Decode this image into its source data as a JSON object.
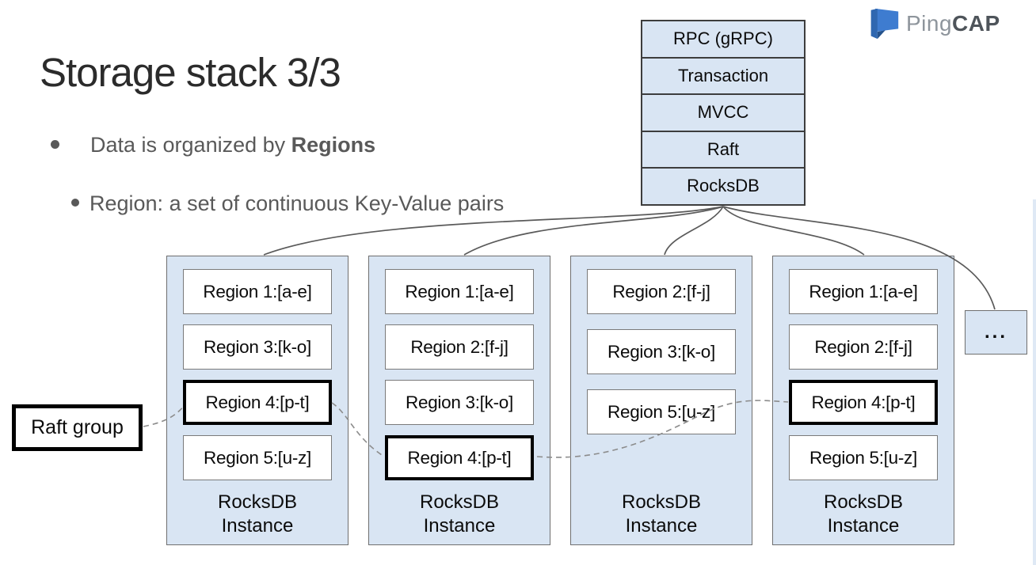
{
  "title": "Storage stack 3/3",
  "bullets": [
    {
      "text": "Data is organized by ",
      "bold": "Regions"
    },
    {
      "text": "Region: a set of continuous Key-Value pairs",
      "bold": ""
    }
  ],
  "logo": {
    "ping": "Ping",
    "cap": "CAP"
  },
  "stack": {
    "layers": [
      "RPC (gRPC)",
      "Transaction",
      "MVCC",
      "Raft",
      "RocksDB"
    ]
  },
  "raft_group": {
    "label": "Raft group"
  },
  "ellipsis": {
    "label": "..."
  },
  "instance_label": {
    "line1": "RocksDB",
    "line2": "Instance"
  },
  "instances": [
    {
      "regions": [
        {
          "text": "Region 1:[a-e]",
          "highlight": false
        },
        {
          "text": "Region 3:[k-o]",
          "highlight": false
        },
        {
          "text": "Region 4:[p-t]",
          "highlight": true
        },
        {
          "text": "Region 5:[u-z]",
          "highlight": false
        }
      ]
    },
    {
      "regions": [
        {
          "text": "Region 1:[a-e]",
          "highlight": false
        },
        {
          "text": "Region 2:[f-j]",
          "highlight": false
        },
        {
          "text": "Region 3:[k-o]",
          "highlight": false
        },
        {
          "text": "Region 4:[p-t]",
          "highlight": true
        }
      ]
    },
    {
      "regions": [
        {
          "text": "Region 2:[f-j]",
          "highlight": false
        },
        {
          "text": "Region 3:[k-o]",
          "highlight": false
        },
        {
          "text": "Region 5:[u-z]",
          "highlight": false
        }
      ]
    },
    {
      "regions": [
        {
          "text": "Region 1:[a-e]",
          "highlight": false
        },
        {
          "text": "Region 2:[f-j]",
          "highlight": false
        },
        {
          "text": "Region 4:[p-t]",
          "highlight": true
        },
        {
          "text": "Region 5:[u-z]",
          "highlight": false
        }
      ]
    }
  ],
  "colors": {
    "box_fill": "#d9e5f3",
    "box_border": "#6f6f6f",
    "highlight_border": "#000000",
    "connector": "#5a5a5a",
    "dashed": "#8c8c8c",
    "title_color": "#2b2b2b",
    "bullet_color": "#595959",
    "logo_blue": "#3e7cd0",
    "logo_blue_dark": "#2f67b0",
    "logo_ping_color": "#8e959c",
    "logo_cap_color": "#4e545a"
  }
}
